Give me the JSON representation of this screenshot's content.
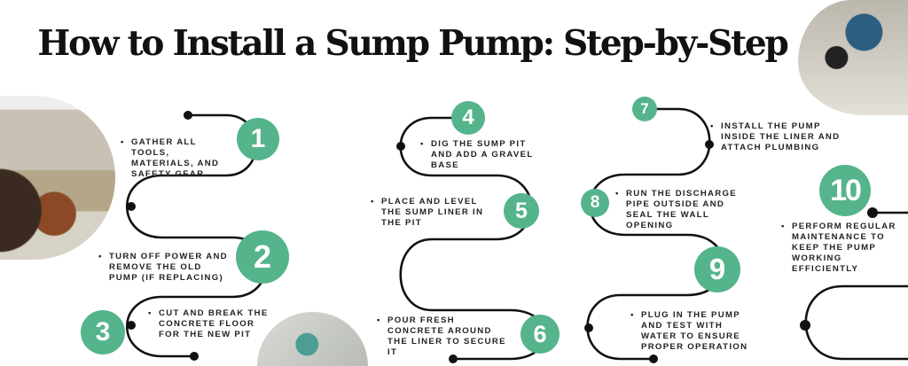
{
  "title": "How to Install a Sump Pump: Step-by-Step",
  "accent_color": "#55b48b",
  "steps": [
    {
      "number": "1",
      "text": "Gather all tools, materials, and safety gear"
    },
    {
      "number": "2",
      "text": "Turn off power and remove the old pump (if replacing)"
    },
    {
      "number": "3",
      "text": "Cut and break the concrete floor for the new pit"
    },
    {
      "number": "4",
      "text": "Dig the sump pit and add a gravel base"
    },
    {
      "number": "5",
      "text": "Place and level the sump liner in the pit"
    },
    {
      "number": "6",
      "text": "Pour fresh concrete around the liner to secure it"
    },
    {
      "number": "7",
      "text": "Install the pump inside the liner and attach plumbing"
    },
    {
      "number": "8",
      "text": "Run the discharge pipe outside and seal the wall opening"
    },
    {
      "number": "9",
      "text": "Plug in the pump and test with water to ensure proper operation"
    },
    {
      "number": "10",
      "text": "Perform regular maintenance to keep the pump working efficiently"
    }
  ]
}
